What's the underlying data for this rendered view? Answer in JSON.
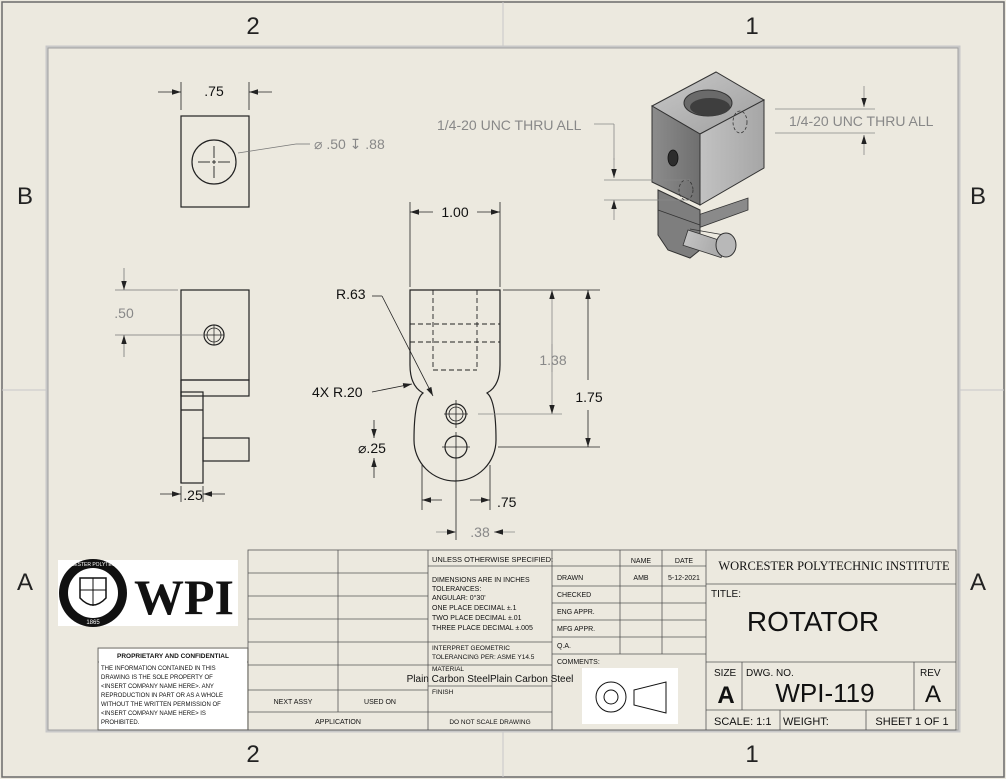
{
  "zones": {
    "col_left": "2",
    "col_right": "1",
    "row_top": "B",
    "row_bottom": "A"
  },
  "views": {
    "top": {
      "width": ".75",
      "hole_callout": "⌀ .50 ↧ .88"
    },
    "side": {
      "offset": ".50",
      "pin_width": ".25"
    },
    "front": {
      "width": "1.00",
      "radius_top": "R.63",
      "radius_corners": "4X R.20",
      "hole_dia": "⌀.25",
      "h1": "1.38",
      "h2": "1.75",
      "bottom_w": ".75",
      "hole_offset": ".38"
    },
    "iso": {
      "note_left": "1/4-20 UNC THRU ALL",
      "note_right": "1/4-20 UNC THRU ALL"
    }
  },
  "logo": {
    "text": "WPI",
    "seal_top": "WORCESTER POLYTECHNIC",
    "seal_year": "1865"
  },
  "proprietary": {
    "title": "PROPRIETARY AND CONFIDENTIAL",
    "lines": [
      "THE INFORMATION CONTAINED IN THIS",
      "DRAWING IS THE SOLE PROPERTY OF",
      "<INSERT COMPANY NAME HERE>.  ANY",
      "REPRODUCTION IN PART OR AS A WHOLE",
      "WITHOUT THE WRITTEN PERMISSION OF",
      "<INSERT COMPANY NAME HERE> IS",
      "PROHIBITED."
    ]
  },
  "title_block": {
    "next_assy": "NEXT ASSY",
    "used_on": "USED ON",
    "application": "APPLICATION",
    "unless": "UNLESS OTHERWISE SPECIFIED:",
    "dims_lines": [
      "DIMENSIONS ARE IN INCHES",
      "TOLERANCES:",
      "ANGULAR: 0°30'"
    ],
    "tol_lines": [
      "ONE PLACE DECIMAL ±.1",
      "TWO PLACE DECIMAL ±.01",
      "THREE PLACE DECIMAL ±.005"
    ],
    "geom_lines": [
      "INTERPRET GEOMETRIC",
      "TOLERANCING PER: ASME Y14.5"
    ],
    "material_label": "MATERIAL",
    "material": "Plain Carbon SteelPlain Carbon Steel",
    "finish": "FINISH",
    "no_scale": "DO NOT SCALE DRAWING",
    "name_hdr": "NAME",
    "date_hdr": "DATE",
    "drawn": "DRAWN",
    "drawn_name": "AMB",
    "drawn_date": "5-12-2021",
    "checked": "CHECKED",
    "eng_appr": "ENG APPR.",
    "mfg_appr": "MFG APPR.",
    "qa": "Q.A.",
    "comments": "COMMENTS:",
    "institute": "WORCESTER POLYTECHNIC INSTITUTE",
    "title_label": "TITLE:",
    "title": "ROTATOR",
    "size_label": "SIZE",
    "size": "A",
    "dwg_label": "DWG.  NO.",
    "dwg_no": "WPI-119",
    "rev_label": "REV",
    "rev": "A",
    "scale": "SCALE: 1:1",
    "weight": "WEIGHT:",
    "sheet": "SHEET 1 OF 1"
  }
}
